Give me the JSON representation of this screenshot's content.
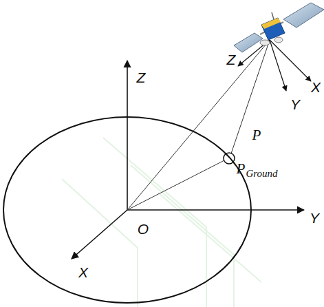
{
  "diagram": {
    "labels": [
      "Z",
      "Y",
      "X",
      "O",
      "Z",
      "Y",
      "X",
      "P",
      "P",
      "Ground"
    ]
  }
}
